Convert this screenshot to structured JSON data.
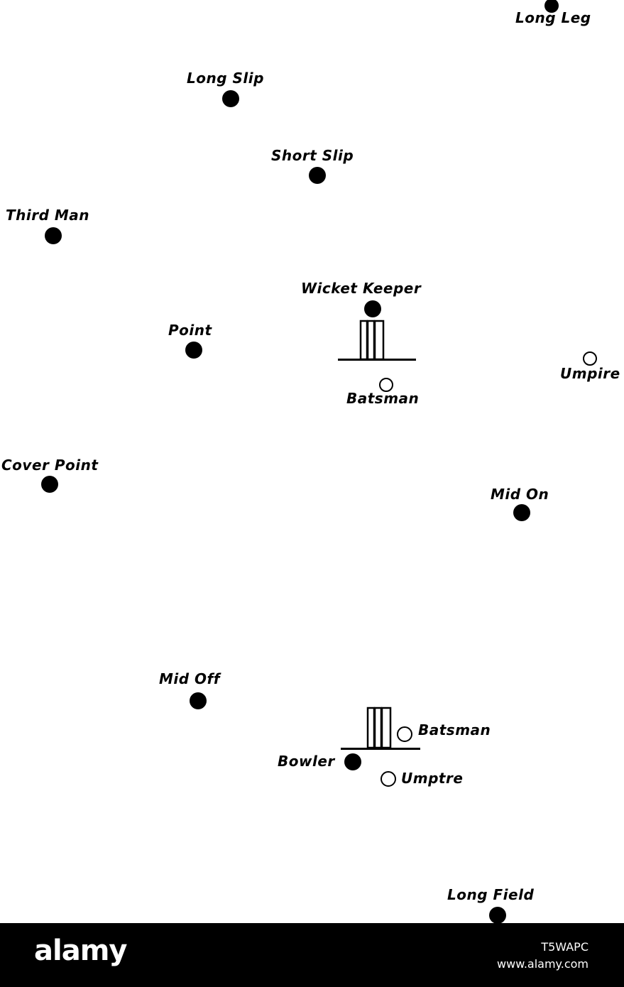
{
  "fielders": {
    "long_leg": "Long Leg",
    "long_slip": "Long Slip",
    "short_slip": "Short Slip",
    "third_man": "Third Man",
    "wicket_keeper": "Wicket  Keeper",
    "point": "Point",
    "cover_point": "Cover Point",
    "mid_on": "Mid On",
    "mid_off": "Mid Off",
    "bowler": "Bowler",
    "long_field": "Long Field"
  },
  "others": {
    "umpire_top": "Umpire",
    "batsman_top": "Batsman",
    "batsman_bottom": "Batsman",
    "umpire_bottom": "Umptre"
  },
  "watermark": {
    "logo": "alamy",
    "image_id": "T5WAPC",
    "site": "www.alamy.com"
  }
}
